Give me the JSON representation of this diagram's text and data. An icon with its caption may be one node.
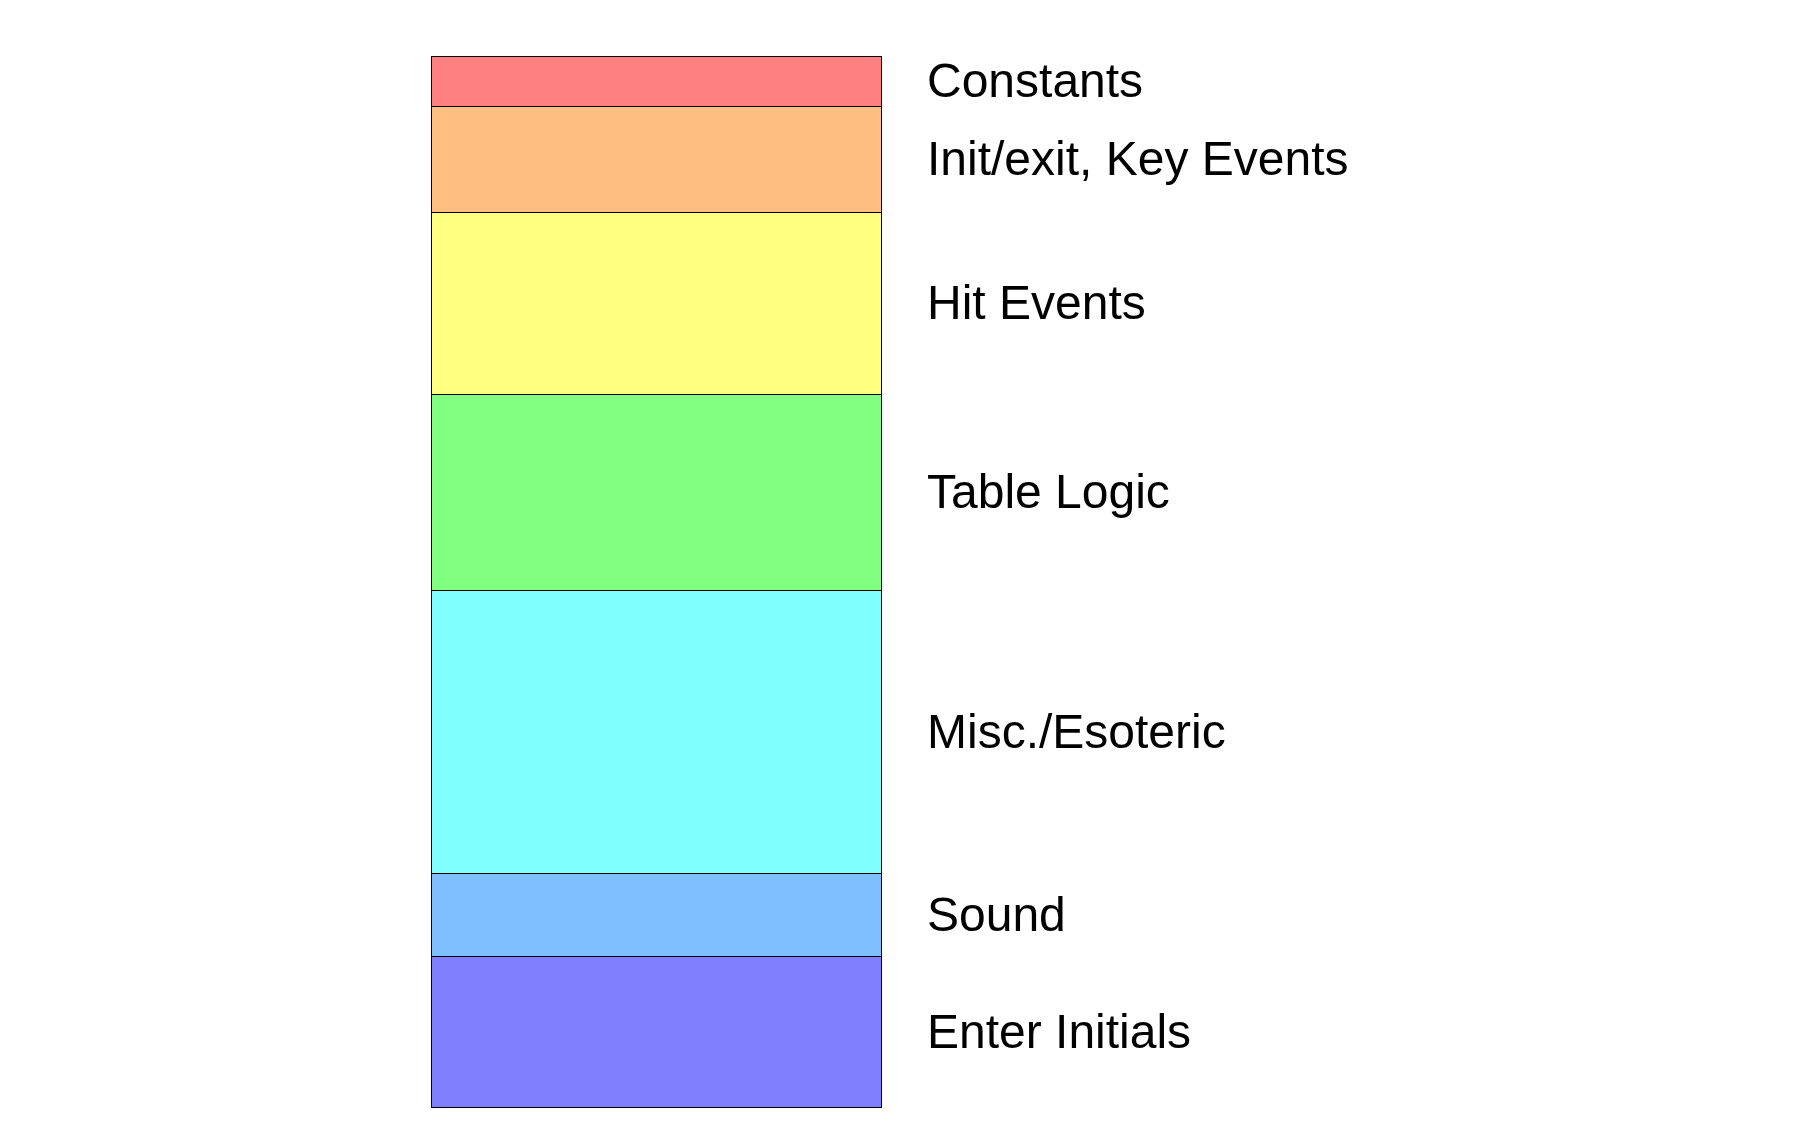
{
  "diagram": {
    "nodes": [
      {
        "text": [],
        "shape": "box",
        "beside": [
          "Constants"
        ]
      },
      {
        "text": [],
        "shape": "box",
        "beside": [
          "Init/exit, Key Events"
        ]
      },
      {
        "text": [],
        "shape": "box",
        "beside": [
          "Hit Events"
        ]
      },
      {
        "text": [],
        "shape": "box",
        "beside": [
          "Table Logic"
        ]
      },
      {
        "text": [],
        "shape": "box",
        "beside": [
          "Misc./Esoteric"
        ]
      },
      {
        "text": [],
        "shape": "box",
        "beside": [
          "Sound"
        ]
      },
      {
        "text": [],
        "shape": "box",
        "beside": [
          "Enter Initials"
        ]
      }
    ]
  }
}
